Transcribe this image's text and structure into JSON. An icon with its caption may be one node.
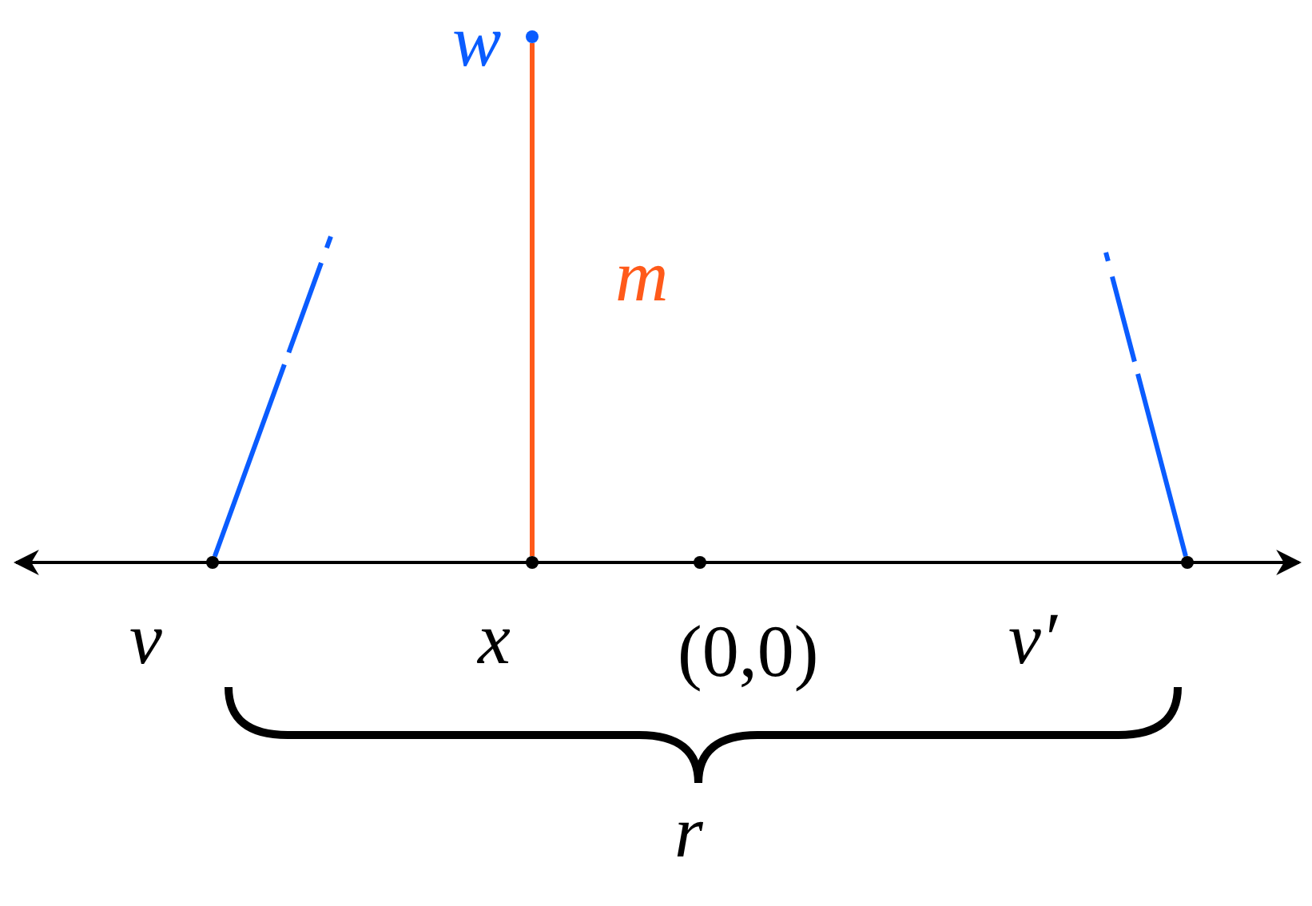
{
  "diagram": {
    "nodes": [
      {
        "text": [
          "w"
        ]
      },
      {
        "text": [
          "v"
        ]
      },
      {
        "text": [
          "x"
        ]
      },
      {
        "text": [
          "(0,0)"
        ]
      },
      {
        "text": [
          "v′"
        ]
      }
    ],
    "edges": [
      {
        "from": 0,
        "to": 2,
        "arrow": "none",
        "label": "m",
        "color": "#ff5a1a"
      },
      {
        "from": 1,
        "to": null,
        "arrow": "none",
        "style": "dashed",
        "color": "#0a5cff"
      },
      {
        "from": 4,
        "to": null,
        "arrow": "none",
        "style": "dashed",
        "color": "#0a5cff"
      }
    ],
    "labels": [
      "r"
    ]
  }
}
